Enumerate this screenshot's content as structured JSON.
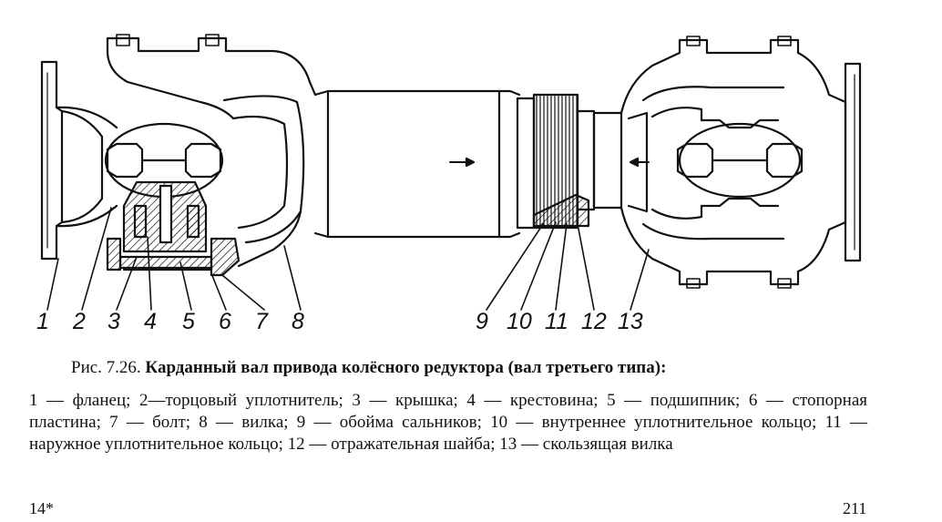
{
  "figure": {
    "callouts": [
      "1",
      "2",
      "3",
      "4",
      "5",
      "6",
      "7",
      "8",
      "9",
      "10",
      "11",
      "12",
      "13"
    ]
  },
  "caption": {
    "prefix": "Рис. 7.26. ",
    "title": "Карданный вал привода колёсного редуктора (вал третьего типа):"
  },
  "legend": "1 — фланец; 2—торцовый уплотнитель; 3 — крышка; 4 — крестовина; 5 — подшипник; 6 — стопорная пластина; 7 — болт; 8 — вилка; 9 — обойма сальников; 10 — внутреннее уплотнительное кольцо; 11 — наружное уплотнительное кольцо; 12 — отражательная шайба; 13 — скользящая вилка",
  "page": {
    "signature": "14*",
    "number": "211"
  }
}
